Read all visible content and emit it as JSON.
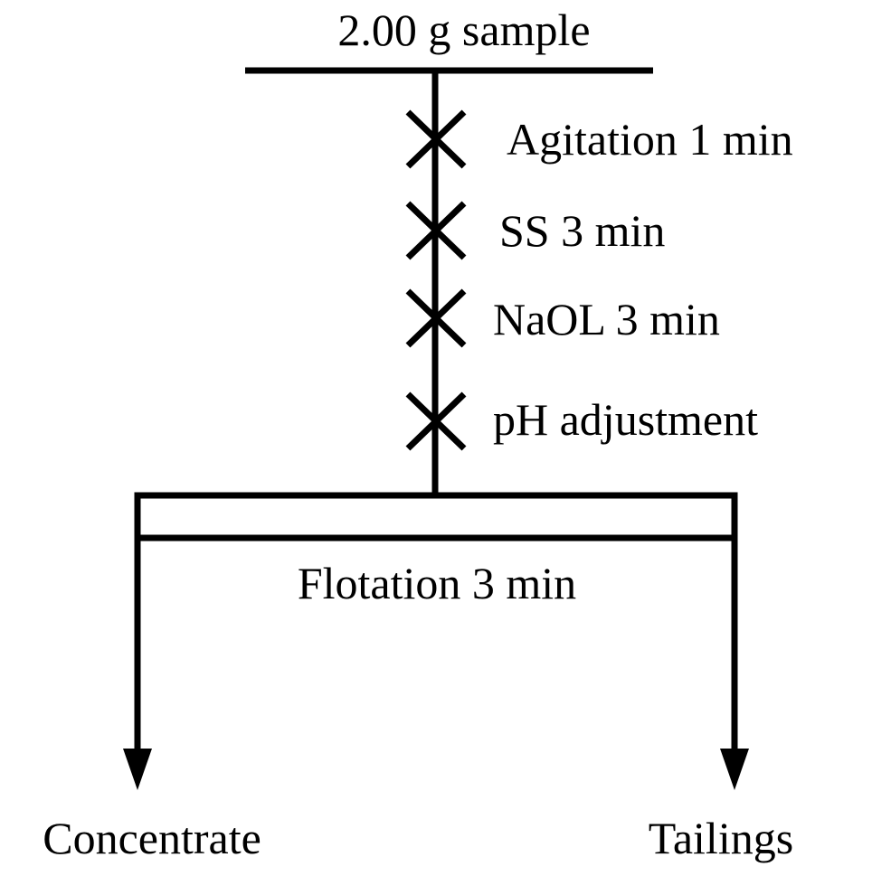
{
  "diagram": {
    "input_label": "2.00 g sample",
    "steps": [
      {
        "label": "Agitation 1 min"
      },
      {
        "label": "SS 3 min"
      },
      {
        "label": "NaOL 3 min"
      },
      {
        "label": "pH adjustment"
      }
    ],
    "process_label": "Flotation 3 min",
    "outputs": {
      "left": "Concentrate",
      "right": "Tailings"
    },
    "colors": {
      "line": "#000000",
      "background": "#ffffff"
    }
  }
}
